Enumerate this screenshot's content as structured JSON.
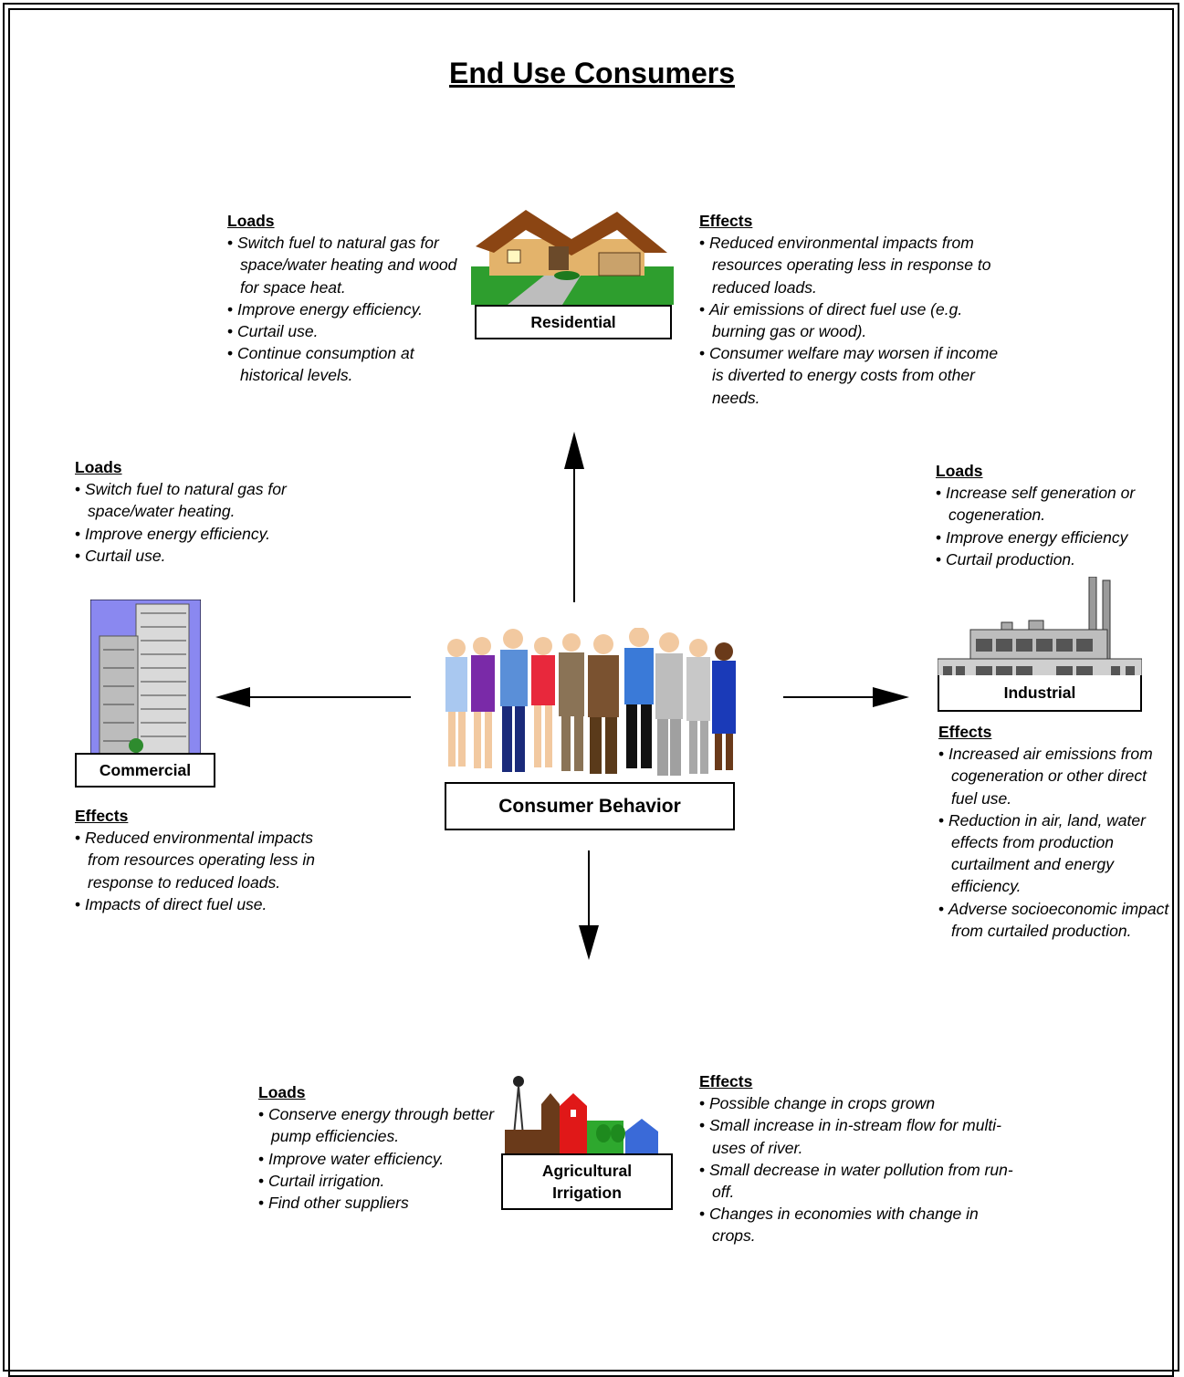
{
  "title": "End Use Consumers",
  "center": {
    "label": "Consumer Behavior",
    "image": "people-group-icon"
  },
  "residential": {
    "label": "Residential",
    "image": "house-icon",
    "loads_heading": "Loads",
    "loads": [
      "Switch fuel to natural gas for space/water heating and wood for space heat.",
      "Improve energy efficiency.",
      "Curtail use.",
      "Continue consumption at historical levels."
    ],
    "effects_heading": "Effects",
    "effects": [
      "Reduced environmental impacts from resources operating less in response to reduced loads.",
      "Air emissions of direct fuel use (e.g. burning gas or wood).",
      "Consumer welfare may worsen if income is diverted to energy costs from other needs."
    ]
  },
  "commercial": {
    "label": "Commercial",
    "image": "office-tower-icon",
    "loads_heading": "Loads",
    "loads": [
      "Switch fuel to natural gas for space/water heating.",
      "Improve energy efficiency.",
      "Curtail use."
    ],
    "effects_heading": "Effects",
    "effects": [
      "Reduced environmental impacts from resources operating less in response to reduced loads.",
      "Impacts of direct fuel use."
    ]
  },
  "industrial": {
    "label": "Industrial",
    "image": "factory-icon",
    "loads_heading": "Loads",
    "loads": [
      "Increase self generation or cogeneration.",
      "Improve energy efficiency",
      "Curtail production."
    ],
    "effects_heading": "Effects",
    "effects": [
      "Increased air emissions from cogeneration or other direct fuel use.",
      "Reduction in air, land, water effects from production curtailment and energy efficiency.",
      "Adverse socioeconomic impact from curtailed production."
    ]
  },
  "agricultural": {
    "label_line1": "Agricultural",
    "label_line2": "Irrigation",
    "image": "farm-icon",
    "loads_heading": "Loads",
    "loads": [
      "Conserve energy through better pump efficiencies.",
      "Improve water efficiency.",
      "Curtail irrigation.",
      "Find other suppliers"
    ],
    "effects_heading": "Effects",
    "effects": [
      "Possible change in crops grown",
      "Small increase in in-stream flow for multi-uses of river.",
      "Small decrease in water pollution from run-off.",
      "Changes in economies with change in crops."
    ]
  }
}
